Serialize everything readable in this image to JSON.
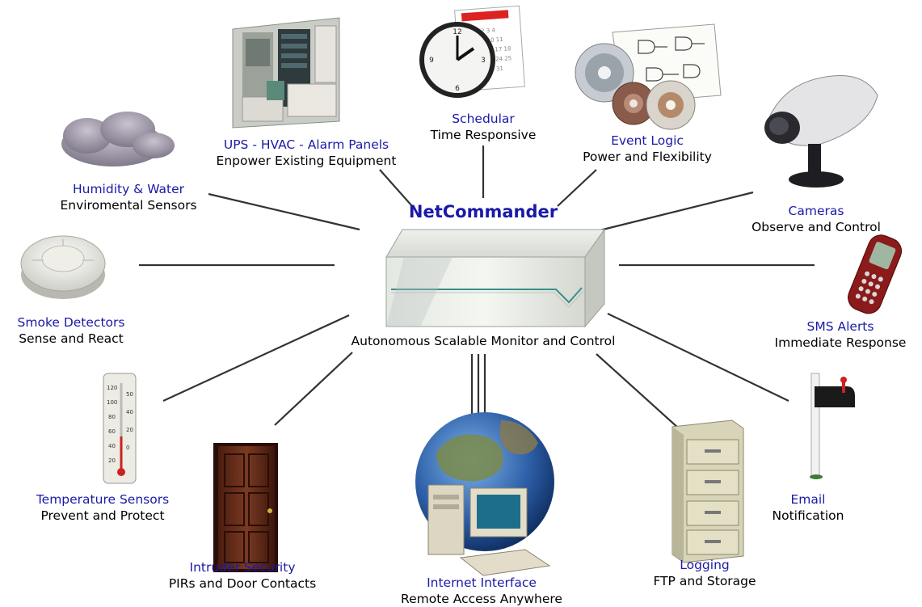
{
  "center": {
    "title": "NetCommander",
    "tagline": "Autonomous Scalable Monitor and Control"
  },
  "nodes": [
    {
      "id": "ups",
      "title": "UPS - HVAC - Alarm Panels",
      "subtitle": "Enpower Existing Equipment",
      "icon": "equipment-cabinet-icon"
    },
    {
      "id": "schedular",
      "title": "Schedular",
      "subtitle": "Time Responsive",
      "icon": "clock-calendar-icon"
    },
    {
      "id": "event",
      "title": "Event Logic",
      "subtitle": "Power and Flexibility",
      "icon": "logic-diagram-icon"
    },
    {
      "id": "humidity",
      "title": "Humidity & Water",
      "subtitle": "Enviromental Sensors",
      "icon": "cloud-icon"
    },
    {
      "id": "cameras",
      "title": "Cameras",
      "subtitle": "Observe and Control",
      "icon": "camera-icon"
    },
    {
      "id": "smoke",
      "title": "Smoke Detectors",
      "subtitle": "Sense and React",
      "icon": "smoke-detector-icon"
    },
    {
      "id": "sms",
      "title": "SMS Alerts",
      "subtitle": "Immediate Response",
      "icon": "mobile-phone-icon"
    },
    {
      "id": "temperature",
      "title": "Temperature Sensors",
      "subtitle": "Prevent and Protect",
      "icon": "thermometer-icon"
    },
    {
      "id": "email",
      "title": "Email",
      "subtitle": "Notification",
      "icon": "mailbox-icon"
    },
    {
      "id": "intruder",
      "title": "Intruder Security",
      "subtitle": "PIRs and Door Contacts",
      "icon": "door-icon"
    },
    {
      "id": "internet",
      "title": "Internet Interface",
      "subtitle": "Remote Access Anywhere",
      "icon": "globe-computer-icon"
    },
    {
      "id": "logging",
      "title": "Logging",
      "subtitle": "FTP and Storage",
      "icon": "filing-cabinet-icon"
    }
  ]
}
